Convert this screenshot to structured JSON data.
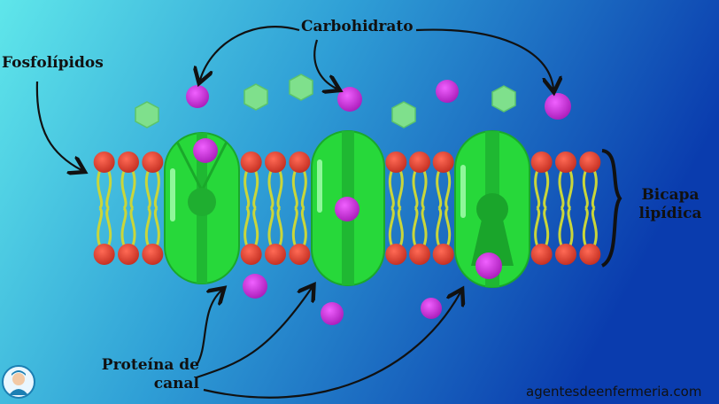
{
  "labels": {
    "carbohidrato": "Carbohidrato",
    "fosfolipidos": "Fosfolípidos",
    "bicapa_line1": "Bicapa",
    "bicapa_line2": "lipídica",
    "proteina_line1": "Proteína de",
    "proteina_line2": "canal"
  },
  "watermark": "agentesdeenfermeria.com",
  "logo_icon": "nurse-avatar-icon",
  "colors": {
    "background_left": "#58e0e8",
    "background_right": "#0a3fb0",
    "phospholipid_head": "#e8473a",
    "lipid_tail": "#c9d63a",
    "protein_channel": "#27d83a",
    "carbohydrate": "#7fe08c",
    "transported_molecule": "#c92ad6"
  }
}
